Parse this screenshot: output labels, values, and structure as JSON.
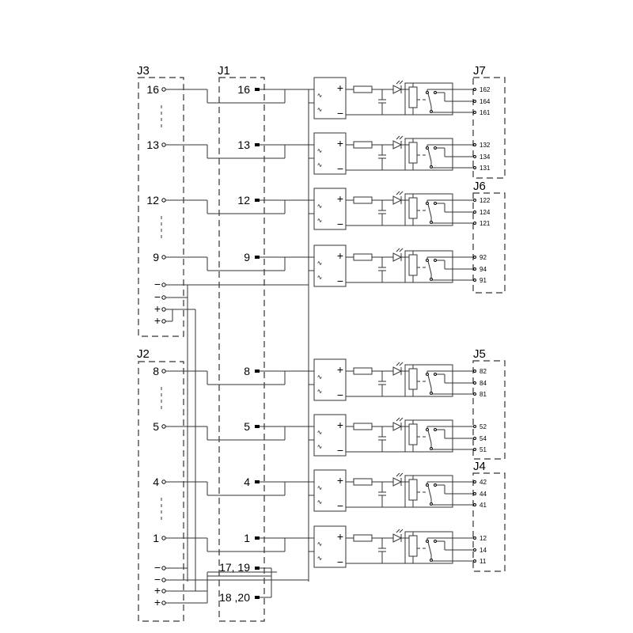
{
  "connectors": {
    "J3": "J3",
    "J1": "J1",
    "J2": "J2",
    "J7": "J7",
    "J6": "J6",
    "J5": "J5",
    "J4": "J4"
  },
  "channels": [
    {
      "input": "16",
      "outputs": [
        "162",
        "164",
        "161"
      ]
    },
    {
      "input": "13",
      "outputs": [
        "132",
        "134",
        "131"
      ]
    },
    {
      "input": "12",
      "outputs": [
        "122",
        "124",
        "121"
      ]
    },
    {
      "input": "9",
      "outputs": [
        "92",
        "94",
        "91"
      ]
    },
    {
      "input": "8",
      "outputs": [
        "82",
        "84",
        "81"
      ]
    },
    {
      "input": "5",
      "outputs": [
        "52",
        "54",
        "51"
      ]
    },
    {
      "input": "4",
      "outputs": [
        "42",
        "44",
        "41"
      ]
    },
    {
      "input": "1",
      "outputs": [
        "12",
        "14",
        "11"
      ]
    }
  ],
  "supply_terminals": {
    "j3": [
      "−",
      "−",
      "+",
      "+"
    ],
    "j2": [
      "−",
      "−",
      "+",
      "+"
    ]
  },
  "j1_supply": [
    "17, 19",
    "18 ,20"
  ],
  "module_symbols": {
    "plus": "+",
    "minus": "−",
    "ac": "∿"
  }
}
